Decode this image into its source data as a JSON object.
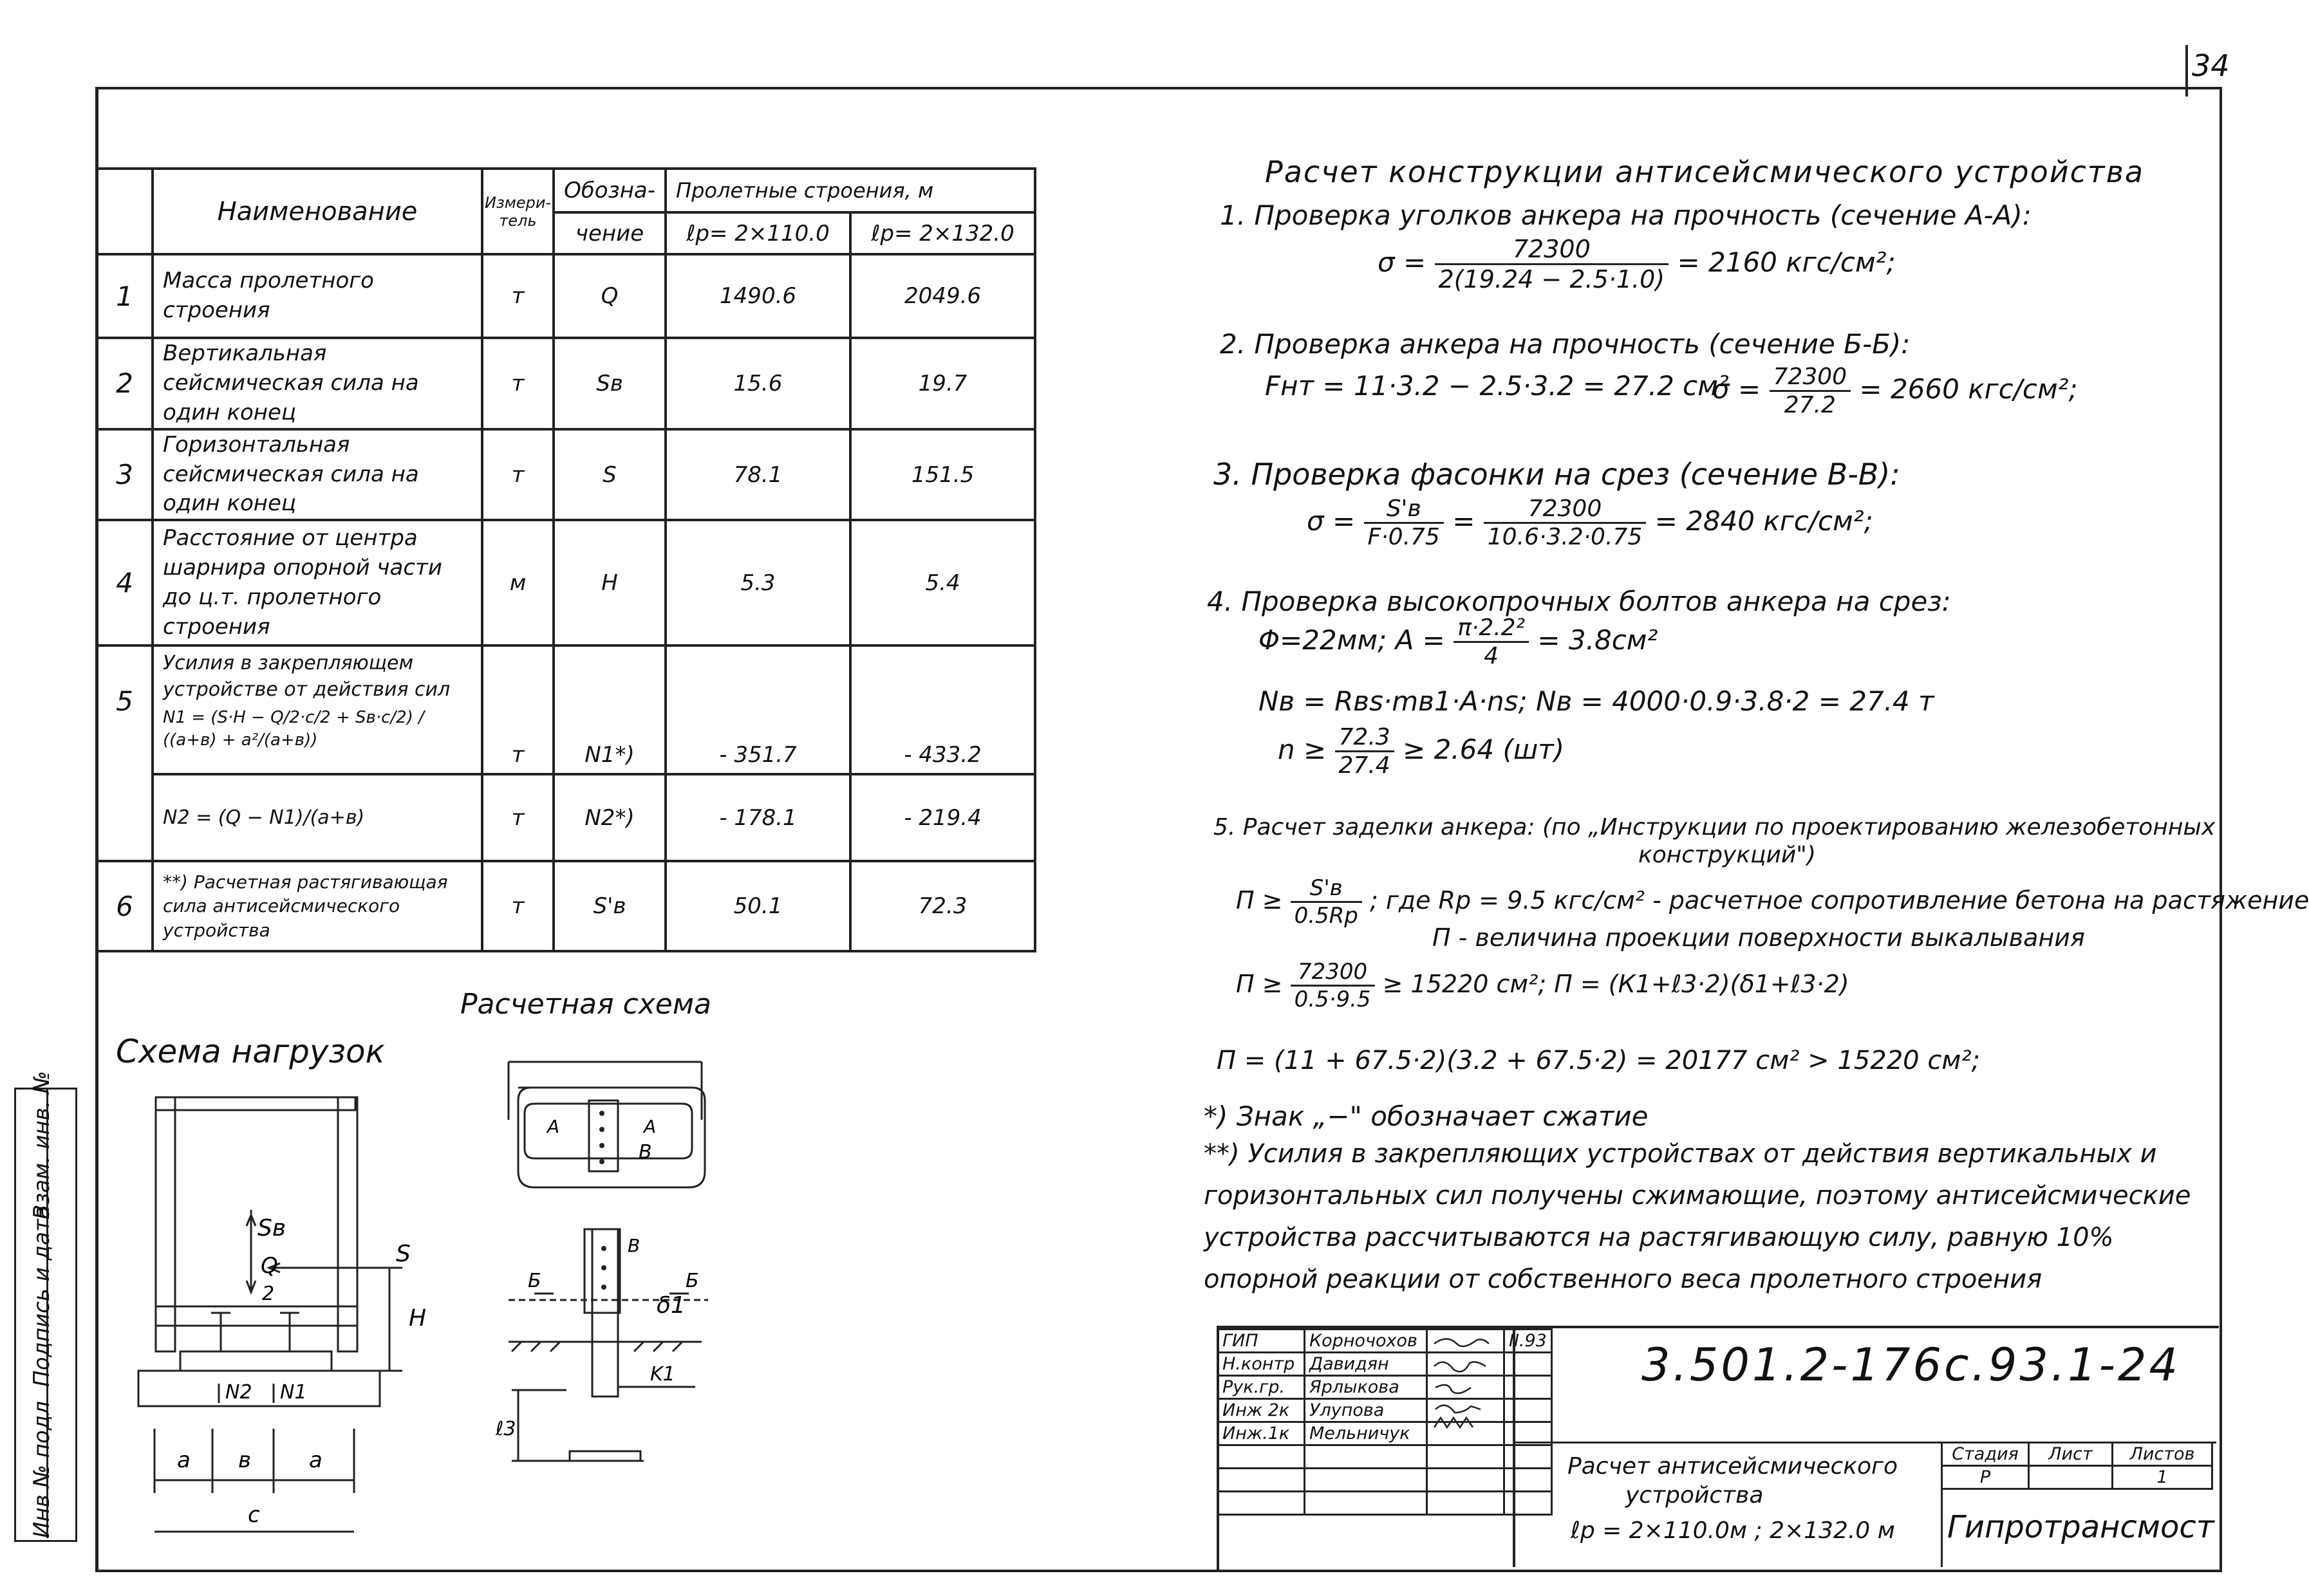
{
  "page": {
    "number": "34"
  },
  "table": {
    "headers": {
      "name": "Наименование",
      "unit": "Измери-тель",
      "designation_line1": "Обозна-",
      "designation_line2": "чение",
      "spans_title": "Пролетные строения, м",
      "span1": "ℓр= 2×110.0",
      "span2": "ℓр= 2×132.0"
    },
    "rows": [
      {
        "num": "1",
        "name": "Масса пролетного строения",
        "unit": "т",
        "designation": "Q",
        "v1": "1490.6",
        "v2": "2049.6"
      },
      {
        "num": "2",
        "name": "Вертикальная сейсмическая сила на один конец",
        "unit": "т",
        "designation": "Sв",
        "v1": "15.6",
        "v2": "19.7"
      },
      {
        "num": "3",
        "name": "Горизонтальная сейсмическая сила на один конец",
        "unit": "т",
        "designation": "S",
        "v1": "78.1",
        "v2": "151.5"
      },
      {
        "num": "4",
        "name": "Расстояние от центра шарнира опорной части до ц.т. пролетного строения",
        "unit": "м",
        "designation": "H",
        "v1": "5.3",
        "v2": "5.4"
      },
      {
        "num": "5",
        "name": "Усилия в закрепляющем устройстве от действия сил",
        "formula1": "N1 = (S·H − Q/2·c/2 + Sв·c/2) / ((a+в) + a²/(a+в))",
        "unit": "т",
        "designation": "N1*)",
        "v1": "- 351.7",
        "v2": "- 433.2"
      },
      {
        "num": "",
        "name": "",
        "formula2": "N2 = (Q − N1)/(a+в)",
        "unit": "т",
        "designation": "N2*)",
        "v1": "- 178.1",
        "v2": "- 219.4"
      },
      {
        "num": "6",
        "name": "**) Расчетная растягивающая сила антисейсмического устройства",
        "unit": "т",
        "designation": "S'в",
        "v1": "50.1",
        "v2": "72.3"
      }
    ]
  },
  "diagrams": {
    "loads_title": "Схема нагрузок",
    "calc_title": "Расчетная схема",
    "labels": {
      "sb": "Sв",
      "q": "Q",
      "two": "2",
      "s": "S",
      "h": "H",
      "n2": "N2",
      "n1": "N1",
      "a": "a",
      "b": "в",
      "c": "c",
      "a1": "A",
      "a2": "A",
      "b1": "B",
      "v1": "B",
      "v2": "B",
      "bb1": "Б",
      "bb2": "Б",
      "d1": "δ1",
      "k1": "K1",
      "l3": "ℓ3"
    }
  },
  "calc": {
    "title": "Расчет конструкции антисейсмического устройства",
    "s1": "1. Проверка уголков анкера на прочность (сечение А-А):",
    "s1_eq": "σ =",
    "s1_num": "72300",
    "s1_den": "2(19.24 − 2.5·1.0)",
    "s1_res": "= 2160 кгс/см²;",
    "s2": "2. Проверка анкера на прочность (сечение Б-Б):",
    "s2_f": "Fнт = 11·3.2 − 2.5·3.2 = 27.2 см²",
    "s2_eq": "σ =",
    "s2_num": "72300",
    "s2_den": "27.2",
    "s2_res": "= 2660 кгс/см²;",
    "s3": "3. Проверка фасонки на срез (сечение В-В):",
    "s3_eq": "σ =",
    "s3_num1": "S'в",
    "s3_den1": "F·0.75",
    "s3_mid": "=",
    "s3_num2": "72300",
    "s3_den2": "10.6·3.2·0.75",
    "s3_res": "= 2840 кгс/см²;",
    "s4": "4. Проверка высокопрочных болтов анкера на срез:",
    "s4_phi": "Φ=22мм;  A =",
    "s4_num": "π·2.2²",
    "s4_den": "4",
    "s4_area": "= 3.8см²",
    "s4_nb": "Nв = Rвs·mв1·A·ns;     Nв = 4000·0.9·3.8·2 = 27.4 т",
    "s4_n": "n ≥",
    "s4_n_num": "72.3",
    "s4_n_den": "27.4",
    "s4_n_res": "≥ 2.64 (шт)",
    "s5": "5. Расчет заделки анкера: (по „Инструкции по проектированию железобетонных",
    "s5b": "конструкций\")",
    "s5_p": "П ≥",
    "s5_p_num": "S'в",
    "s5_p_den": "0.5Rр",
    "s5_p_rest": "; где Rр = 9.5 кгс/см² - расчетное сопротивление бетона на растяжение",
    "s5_p_rest2": "П - величина проекции поверхности выкалывания",
    "s5_p2": "П ≥",
    "s5_p2_num": "72300",
    "s5_p2_den": "0.5·9.5",
    "s5_p2_rest": "≥ 15220 см²;   П = (К1+ℓ3·2)(δ1+ℓ3·2)",
    "s5_p3": "П = (11 + 67.5·2)(3.2 + 67.5·2) = 20177 см² > 15220 см²;",
    "note1": "*) Знак „−\" обозначает сжатие",
    "note2a": "**) Усилия в закрепляющих устройствах от действия вертикальных и",
    "note2b": "горизонтальных сил получены сжимающие, поэтому антисейсмические",
    "note2c": "устройства рассчитываются на растягивающую силу, равную 10%",
    "note2d": "опорной реакции от собственного веса пролетного строения"
  },
  "stamp": {
    "code": "3.501.2-176с.93.1-24",
    "people": [
      {
        "role": "ГИП",
        "name": "Корночохов",
        "date": "II.93"
      },
      {
        "role": "Н.контр",
        "name": "Давидян",
        "date": ""
      },
      {
        "role": "Рук.гр.",
        "name": "Ярлыкова",
        "date": ""
      },
      {
        "role": "Инж 2к",
        "name": "Улупова",
        "date": ""
      },
      {
        "role": "Инж.1к",
        "name": "Мельничук",
        "date": ""
      }
    ],
    "title1": "Расчет антисейсмического",
    "title2": "устройства",
    "title3": "ℓр = 2×110.0м ; 2×132.0 м",
    "stage_h": "Стадия",
    "sheet_h": "Лист",
    "sheets_h": "Листов",
    "stage": "Р",
    "sheets": "1",
    "org": "Гипротрансмост"
  },
  "side": {
    "inv": "Инв № подл",
    "sign": "Подпись и дата",
    "vzam": "Взам. инв. №"
  }
}
